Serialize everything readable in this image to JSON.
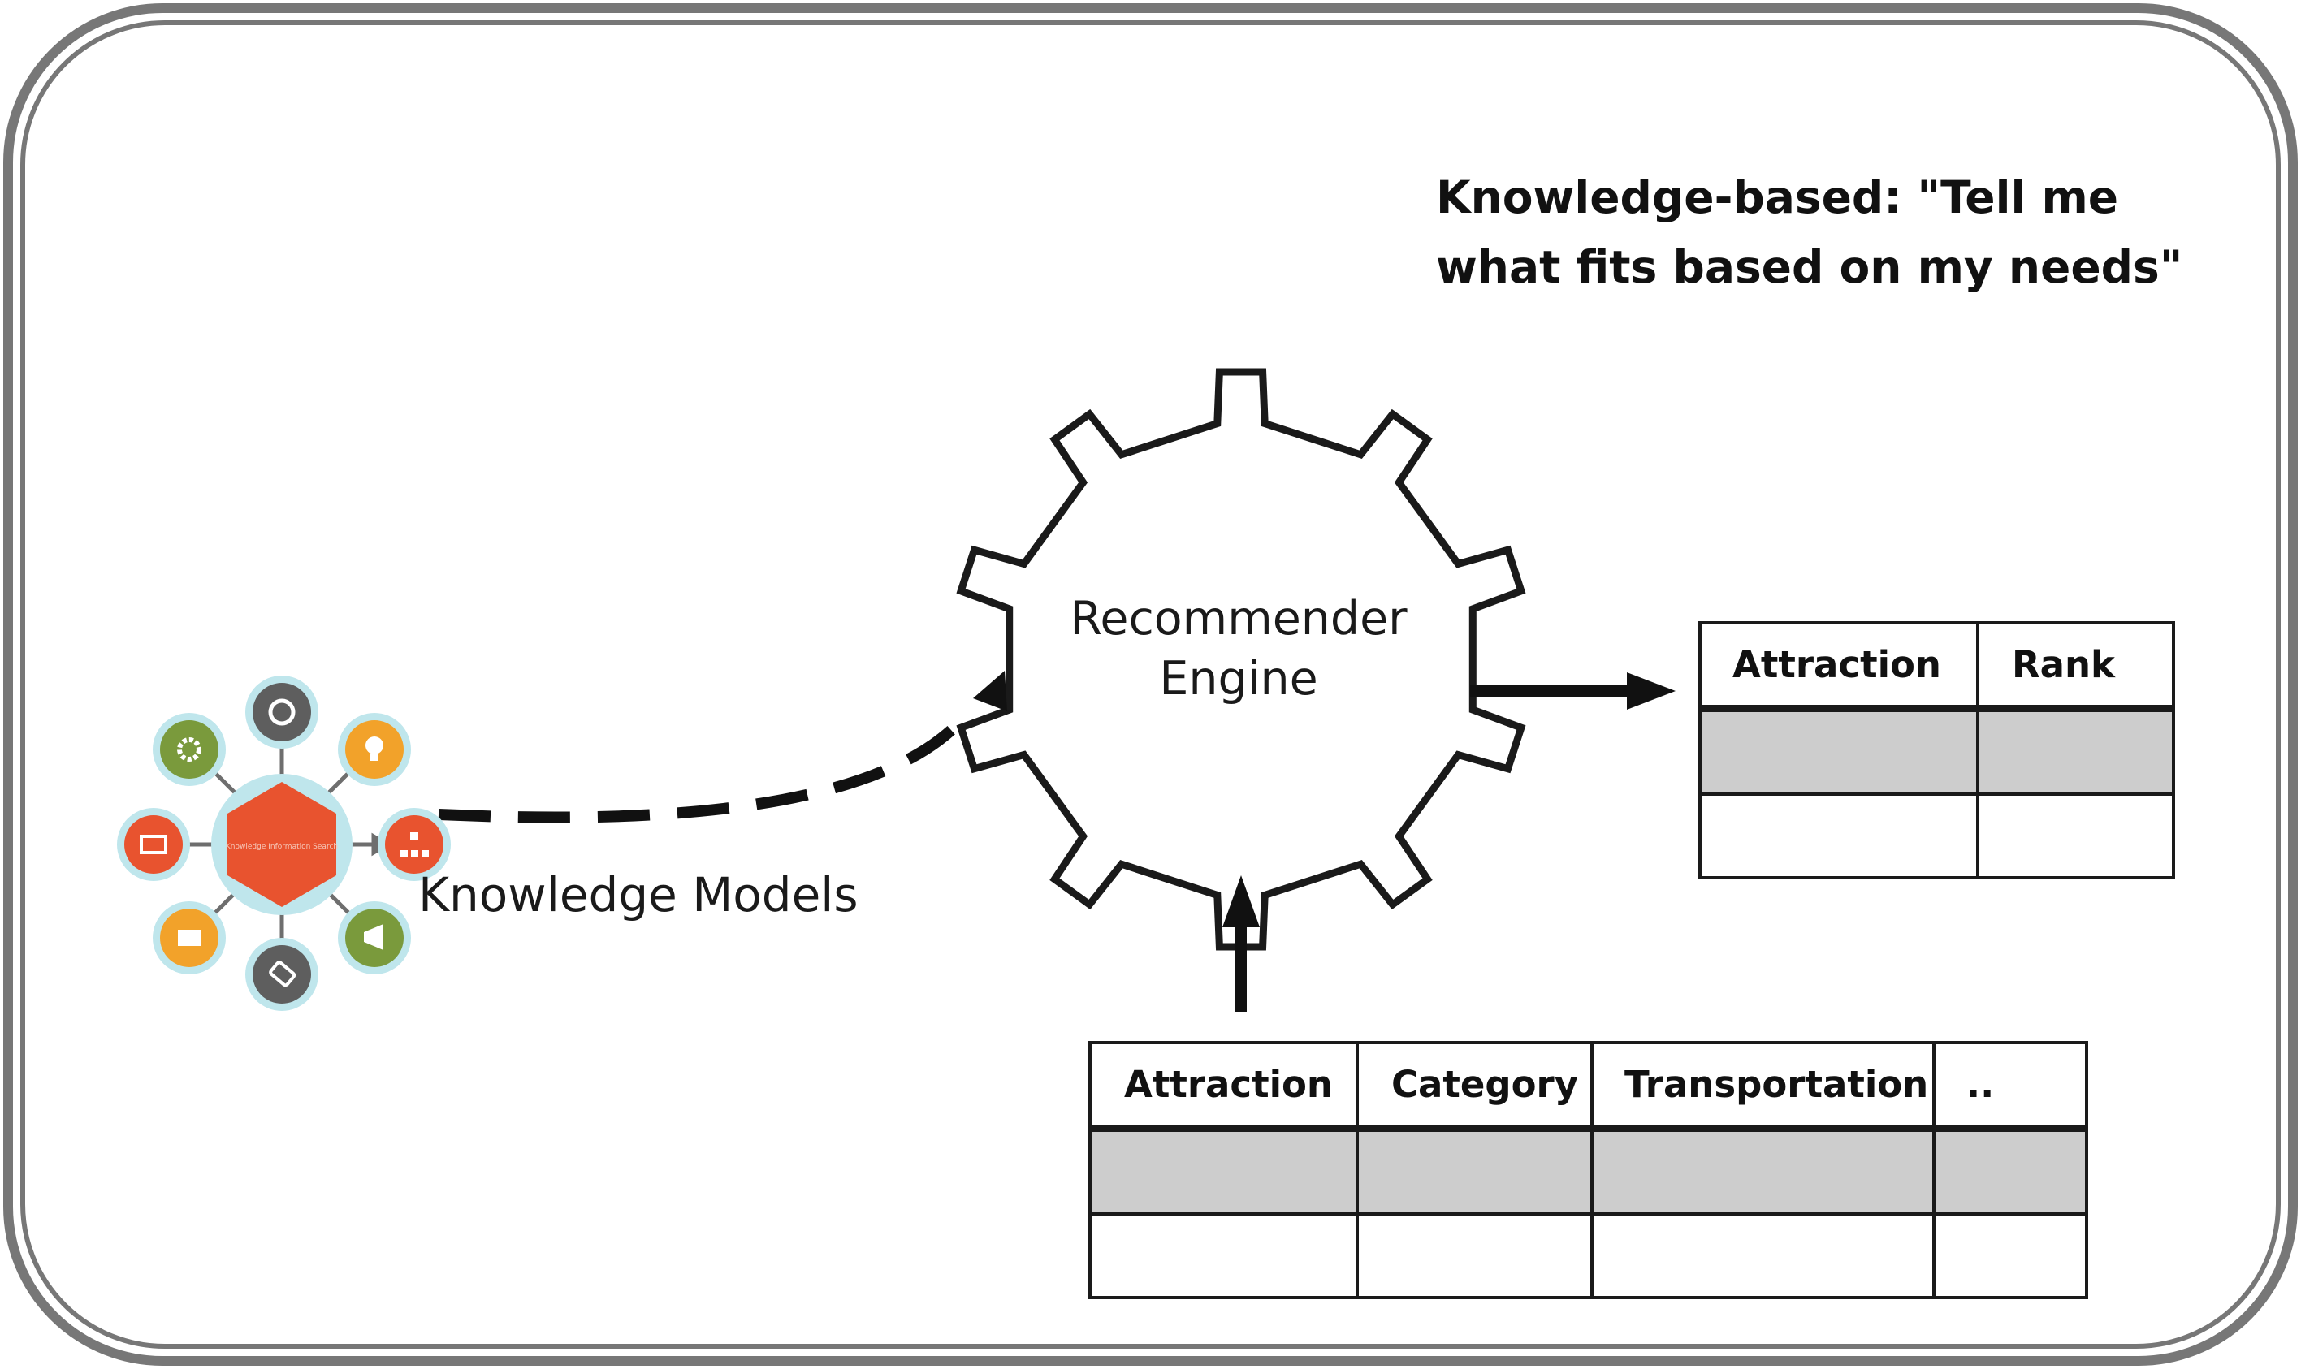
{
  "title": {
    "line1": "Knowledge-based: \"Tell me",
    "line2": "what fits based on my needs\""
  },
  "engine": {
    "line1": "Recommender",
    "line2": "Engine"
  },
  "knowledge_models": {
    "label": "Knowledge Models",
    "hub_text": "Knowledge Information Search",
    "hub_color": "#e8532f",
    "nodes": [
      {
        "icon": "gear-icon",
        "color": "#7a9a3c"
      },
      {
        "icon": "chart-icon",
        "color": "#5e5e5e"
      },
      {
        "icon": "lightbulb-icon",
        "color": "#f2a22a"
      },
      {
        "icon": "monitor-icon",
        "color": "#e8532f"
      },
      {
        "icon": "hierarchy-icon",
        "color": "#e8532f"
      },
      {
        "icon": "mail-icon",
        "color": "#f2a22a"
      },
      {
        "icon": "tag-icon",
        "color": "#5e5e5e"
      },
      {
        "icon": "megaphone-icon",
        "color": "#7a9a3c"
      }
    ]
  },
  "output_table": {
    "headers": [
      "Attraction",
      "Rank"
    ]
  },
  "input_table": {
    "headers": [
      "Attraction",
      "Category",
      "Transportation",
      ".."
    ]
  }
}
